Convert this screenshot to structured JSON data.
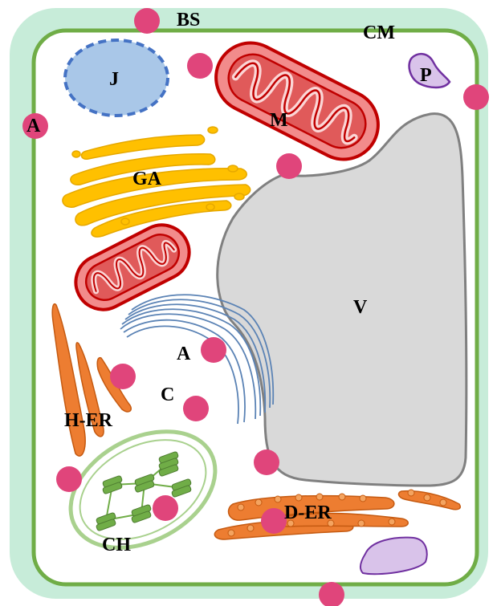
{
  "colors": {
    "cell_wall": "#c7ecd9",
    "membrane": "#70ad47",
    "cytoplasm": "#ffffff",
    "marker": "#e0457b",
    "mito_outer": "#e05a5a",
    "mito_inner": "#f28b8b",
    "mito_stroke": "#c00000",
    "golgi": "#ffc000",
    "golgi_stroke": "#e6a800",
    "vacuole": "#d9d9d9",
    "vacuole_stroke": "#808080",
    "nucleus_like": "#a9c7e8",
    "nucleus_stroke": "#4472c4",
    "er": "#ed7d31",
    "er_stroke": "#c55a11",
    "peroxisome": "#d9c3ea",
    "peroxisome_stroke": "#7030a0",
    "chloroplast_ring": "#a9d18e",
    "thylakoid": "#70ad47",
    "actin": "#5b83b5"
  },
  "labels": {
    "bs": "BS",
    "cm": "CM",
    "j": "J",
    "p": "P",
    "a_wall": "A",
    "m": "M",
    "ga": "GA",
    "v": "V",
    "a_actin": "A",
    "c": "C",
    "h_er": "H-ER",
    "d_er": "D-ER",
    "ch": "CH"
  }
}
